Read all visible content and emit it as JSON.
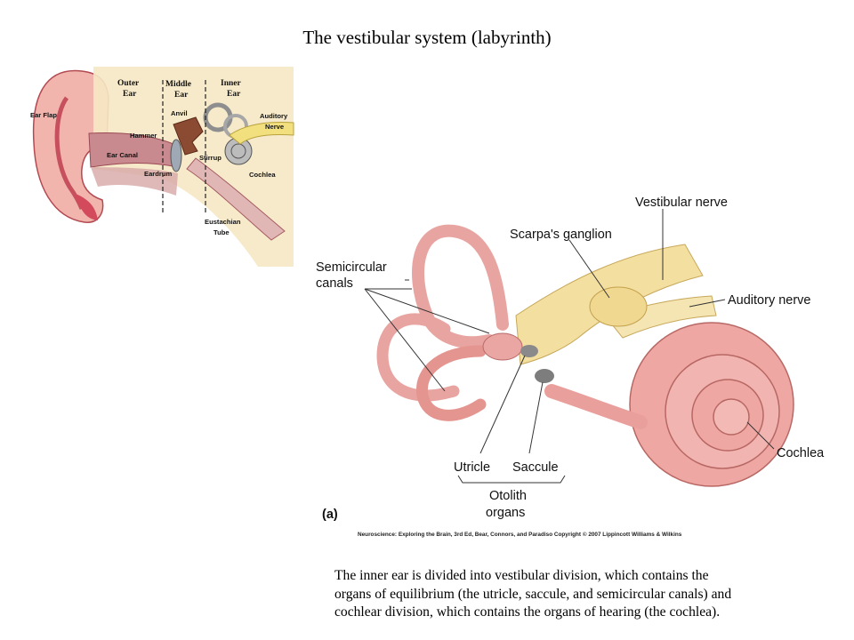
{
  "title": "The vestibular system (labyrinth)",
  "ear_diagram": {
    "labels": {
      "outer": [
        "Outer",
        "Ear"
      ],
      "middle": [
        "Middle",
        "Ear"
      ],
      "inner": [
        "Inner",
        "Ear"
      ],
      "ear_flap": "Ear Flap",
      "anvil": "Anvil",
      "auditory_nerve": [
        "Auditory",
        "Nerve"
      ],
      "hammer": "Hammer",
      "ear_canal": "Ear Canal",
      "stirrup": "Stirrup",
      "eardrum": "Eardrum",
      "cochlea": "Cochlea",
      "eustachian": [
        "Eustachian",
        "Tube"
      ]
    }
  },
  "inner_ear_diagram": {
    "labels": {
      "vestibular_nerve": "Vestibular nerve",
      "scarpas_ganglion": "Scarpa's ganglion",
      "semicircular": [
        "Semicircular",
        "canals"
      ],
      "auditory_nerve": "Auditory nerve",
      "cochlea": "Cochlea",
      "utricle": "Utricle",
      "saccule": "Saccule",
      "otolith": [
        "Otolith",
        "organs"
      ],
      "panel": "(a)",
      "credit": "Neuroscience: Exploring the Brain, 3rd Ed, Bear, Connors, and Paradiso Copyright © 2007 Lippincott Williams & Wilkins"
    }
  },
  "caption": [
    "The inner ear is divided into vestibular division, which contains the",
    "organs of equilibrium (the utricle, saccule, and semicircular canals) and",
    "cochlear division, which contains the organs of hearing (the cochlea)."
  ]
}
